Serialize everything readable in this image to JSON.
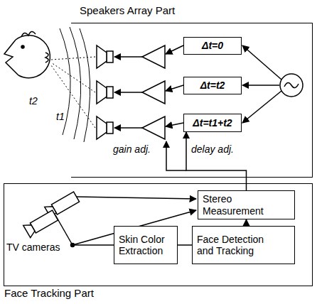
{
  "diagram": {
    "nodes": [
      {
        "text": [
          "Speakers Array Part"
        ]
      },
      {
        "text": [
          "Δt=0"
        ],
        "in": 0
      },
      {
        "text": [
          "Δt=t2"
        ],
        "in": 0
      },
      {
        "text": [
          "Δt=t1+t2"
        ],
        "in": 0
      },
      {
        "text": [
          "Face Tracking Part"
        ]
      },
      {
        "text": [
          "Stereo Measurement"
        ],
        "in": 4
      },
      {
        "text": [
          "Skin Color Extraction"
        ],
        "in": 4
      },
      {
        "text": [
          "Face Detection and Tracking"
        ],
        "in": 4
      }
    ],
    "edges": [
      {
        "from": 6,
        "to": 7,
        "arrow": "none"
      },
      {
        "from": 7,
        "to": 5,
        "arrow": "to"
      },
      {
        "from": 5,
        "to": 3,
        "arrow": "to"
      }
    ],
    "labels": [
      "t2",
      "t1",
      "gain adj.",
      "delay adj.",
      "TV cameras"
    ]
  }
}
